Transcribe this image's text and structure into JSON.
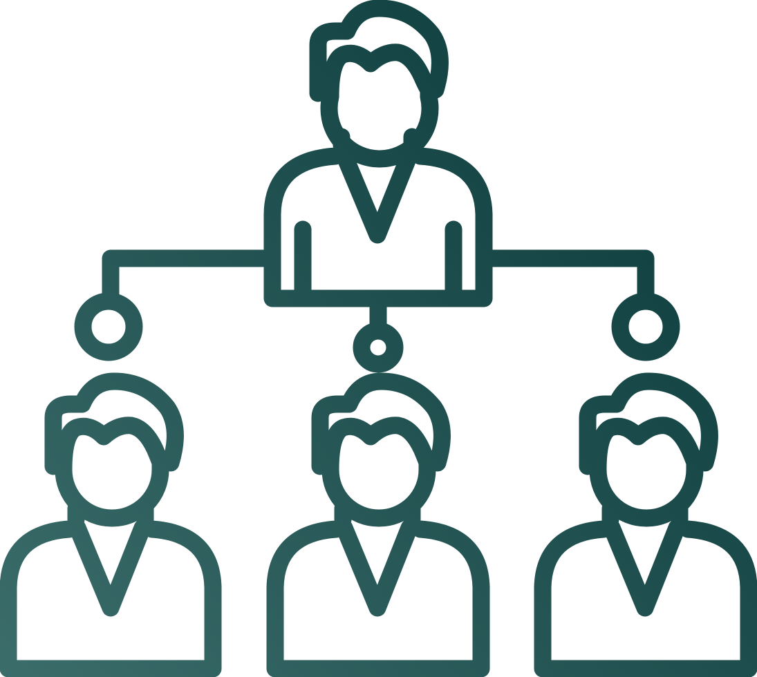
{
  "icon": {
    "name": "team-hierarchy-icon",
    "style": "line-gradient",
    "gradient": {
      "start_color": "#3b6d6b",
      "end_color": "#063535"
    },
    "figures": [
      {
        "role": "leader",
        "name": "leader-person-icon"
      },
      {
        "role": "member",
        "name": "member-person-left-icon"
      },
      {
        "role": "member",
        "name": "member-person-center-icon"
      },
      {
        "role": "member",
        "name": "member-person-right-icon"
      }
    ],
    "connectors": {
      "count": 3,
      "node_shape": "circle"
    }
  }
}
